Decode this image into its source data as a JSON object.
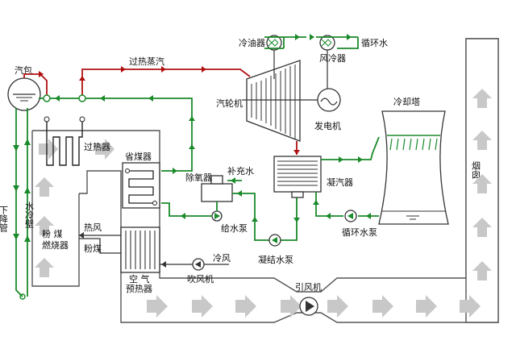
{
  "labels": {
    "drum": "汽包",
    "superheated_steam": "过热蒸汽",
    "superheater": "过热器",
    "economizer": "省煤器",
    "downcomer": "下降管",
    "waterwall": "水冷壁",
    "burner": "粉  煤\n燃烧器",
    "hot_air": "热风",
    "pulverized_coal": "粉煤",
    "air_preheater": "空  气\n预热器",
    "cold_air": "冷风",
    "blower": "吹风机",
    "deaerator": "除氧器",
    "makeup_water": "补充水",
    "feed_pump": "给水泵",
    "condensate_pump": "凝结水泵",
    "condenser": "凝汽器",
    "turbine": "汽轮机",
    "oil_cooler": "冷油器",
    "air_cooler": "风冷器",
    "circ_water": "循环水",
    "generator": "发电机",
    "cooling_tower": "冷却塔",
    "circ_pump": "循环水泵",
    "induced_fan": "引风机",
    "chimney": "烟囱"
  },
  "colors": {
    "steam": "#b01010",
    "water": "#1a8a2a",
    "flue_gas": "#c8c8c8"
  }
}
